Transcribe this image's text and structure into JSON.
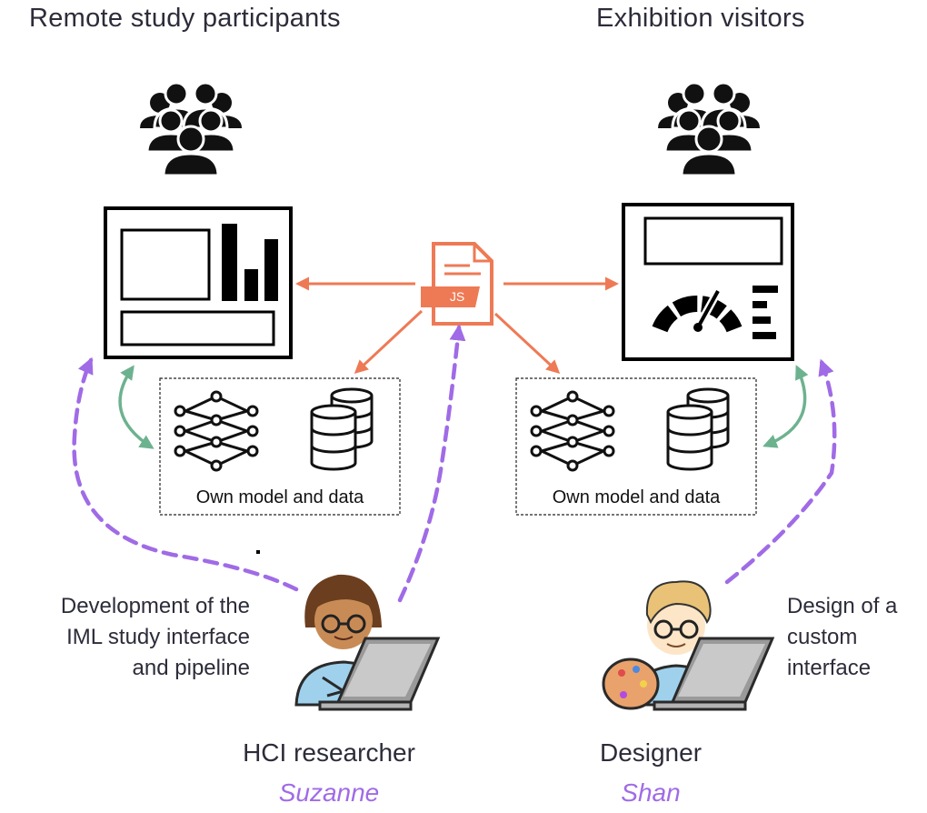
{
  "headings": {
    "left": "Remote study participants",
    "right": "Exhibition visitors"
  },
  "js_file": {
    "label": "JS",
    "icon": "javascript-file-icon"
  },
  "model_boxes": {
    "left_label": "Own model and data",
    "right_label": "Own model and data"
  },
  "people": {
    "researcher": {
      "role": "HCI researcher",
      "name": "Suzanne",
      "desc_lines": [
        "Development of the",
        "IML study interface",
        "and pipeline"
      ]
    },
    "designer": {
      "role": "Designer",
      "name": "Shan",
      "desc_lines": [
        "Design of a",
        "custom",
        "interface"
      ]
    }
  },
  "colors": {
    "orange_arrow": "#ee7a55",
    "purple_dashed": "#a06be6",
    "green_arrow": "#6db28f",
    "text": "#2c2c3a"
  },
  "icons": [
    "group-icon",
    "dashboard-window-icon",
    "gauge-window-icon",
    "neural-network-icon",
    "database-icon",
    "researcher-avatar-icon",
    "designer-avatar-icon",
    "laptop-icon",
    "palette-icon"
  ]
}
